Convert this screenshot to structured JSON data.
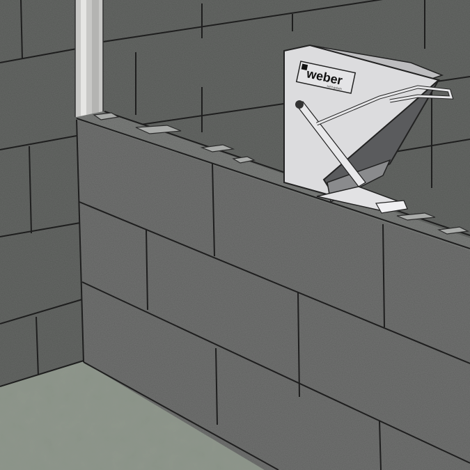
{
  "scene": {
    "description": "3D illustration of concrete block wall construction with a mortar applicator box on top of the wall",
    "colors": {
      "block_face": "#6f716f",
      "block_face_light": "#7b7d7b",
      "block_back_wall": "#686a68",
      "floor": "#8f978c",
      "joint_line": "#1e1e1e",
      "applicator_body": "#d9d9db",
      "applicator_dark": "#555555",
      "steel_post": "#c8c8c6"
    }
  },
  "applicator": {
    "brand": "weber",
    "subtitle": "saint-gobain"
  }
}
